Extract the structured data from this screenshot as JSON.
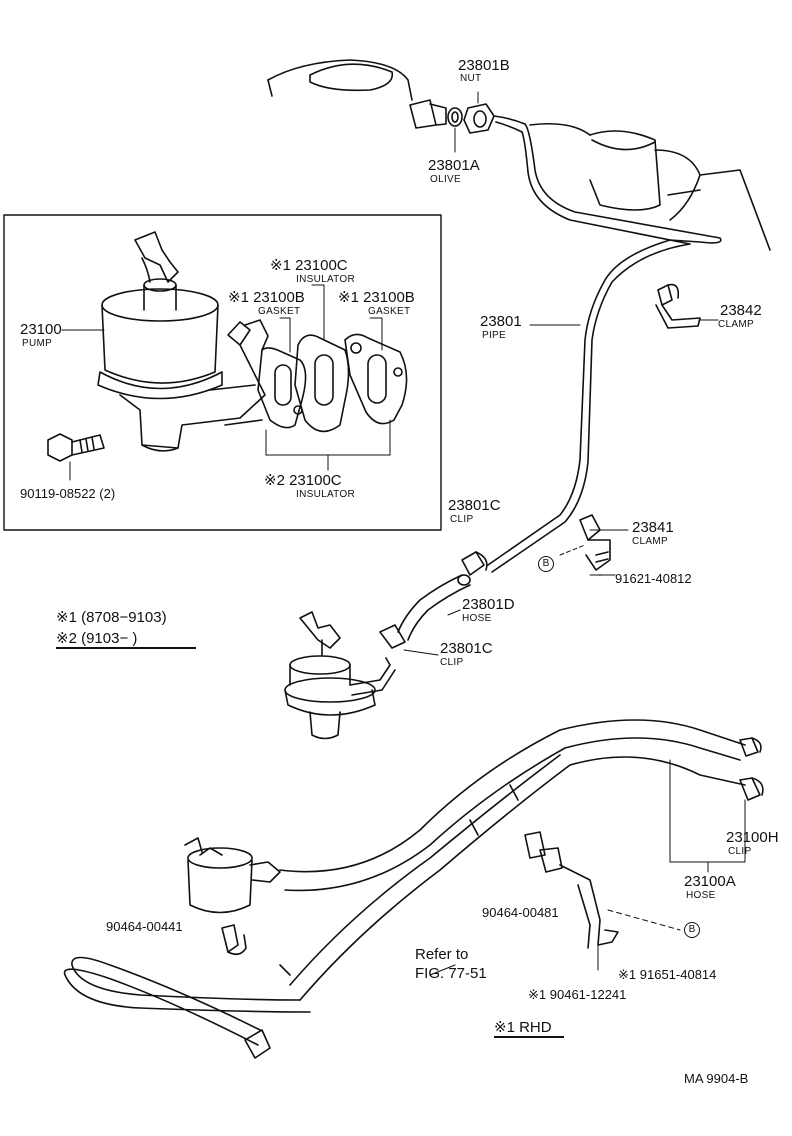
{
  "parts": {
    "nut": {
      "number": "23801B",
      "name": "NUT"
    },
    "olive": {
      "number": "23801A",
      "name": "OLIVE"
    },
    "insulator_top": {
      "number": "23100C",
      "name": "INSULATOR",
      "mark": "※1"
    },
    "gasket_left": {
      "number": "23100B",
      "name": "GASKET",
      "mark": "※1"
    },
    "gasket_right": {
      "number": "23100B",
      "name": "GASKET",
      "mark": "※1"
    },
    "pump": {
      "number": "23100",
      "name": "PUMP"
    },
    "insulator_bottom": {
      "number": "23100C",
      "name": "INSULATOR",
      "mark": "※2"
    },
    "bolt": {
      "number": "90119-08522 (2)"
    },
    "pipe": {
      "number": "23801",
      "name": "PIPE"
    },
    "clamp_23842": {
      "number": "23842",
      "name": "CLAMP"
    },
    "clip_upper": {
      "number": "23801C",
      "name": "CLIP"
    },
    "clamp_23841": {
      "number": "23841",
      "name": "CLAMP"
    },
    "bolt_91621": {
      "number": "91621-40812",
      "symbol": "B"
    },
    "hose_23801d": {
      "number": "23801D",
      "name": "HOSE"
    },
    "clip_lower": {
      "number": "23801C",
      "name": "CLIP"
    },
    "clip_23100h": {
      "number": "23100H",
      "name": "CLIP"
    },
    "hose_23100a": {
      "number": "23100A",
      "name": "HOSE"
    },
    "clip_90464_00481": {
      "number": "90464-00481"
    },
    "clip_90464_00441": {
      "number": "90464-00441"
    },
    "bolt_91651": {
      "number": "91651-40814",
      "mark": "※1",
      "symbol": "B"
    },
    "bolt_90461": {
      "number": "90461-12241",
      "mark": "※1"
    }
  },
  "legend": {
    "line1": "※1 (8708−9103)",
    "line2": "※2 (9103−        )"
  },
  "refer": {
    "line1": "Refer to",
    "line2": "FIG. 77-51"
  },
  "rhd_note": "※1 RHD",
  "figure_code": "MA  9904-B"
}
